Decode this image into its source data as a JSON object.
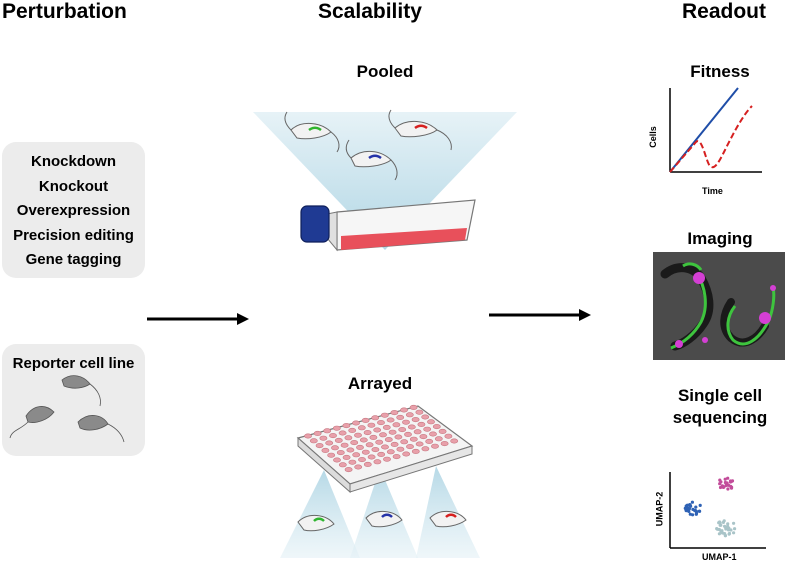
{
  "columns": {
    "perturbation": "Perturbation",
    "scalability": "Scalability",
    "readout": "Readout"
  },
  "perturbation": {
    "methods": [
      "Knockdown",
      "Knockout",
      "Overexpression",
      "Precision editing",
      "Gene tagging"
    ],
    "reporter": "Reporter cell line"
  },
  "scalability": {
    "pooled": "Pooled",
    "arrayed": "Arrayed"
  },
  "readout": {
    "fitness": {
      "title": "Fitness",
      "xlabel": "Time",
      "ylabel": "Cells"
    },
    "imaging": {
      "title": "Imaging"
    },
    "sequencing": {
      "title_line1": "Single cell",
      "title_line2": "sequencing",
      "xlabel": "UMAP-1",
      "ylabel": "UMAP-2"
    }
  },
  "colors": {
    "panel": "#ececec",
    "flask_cap": "#1f3a93",
    "medium": "#e8505b",
    "light_cone": "#cfe8f0",
    "fitness_solid": "#1f4ea8",
    "fitness_dashed": "#d62020",
    "cluster_blue": "#2f62b5",
    "cluster_pink": "#c24c9a",
    "cluster_grey": "#a9c4c8",
    "flagellum_green": "#3ec43e",
    "nucleus_magenta": "#d43fd4"
  }
}
